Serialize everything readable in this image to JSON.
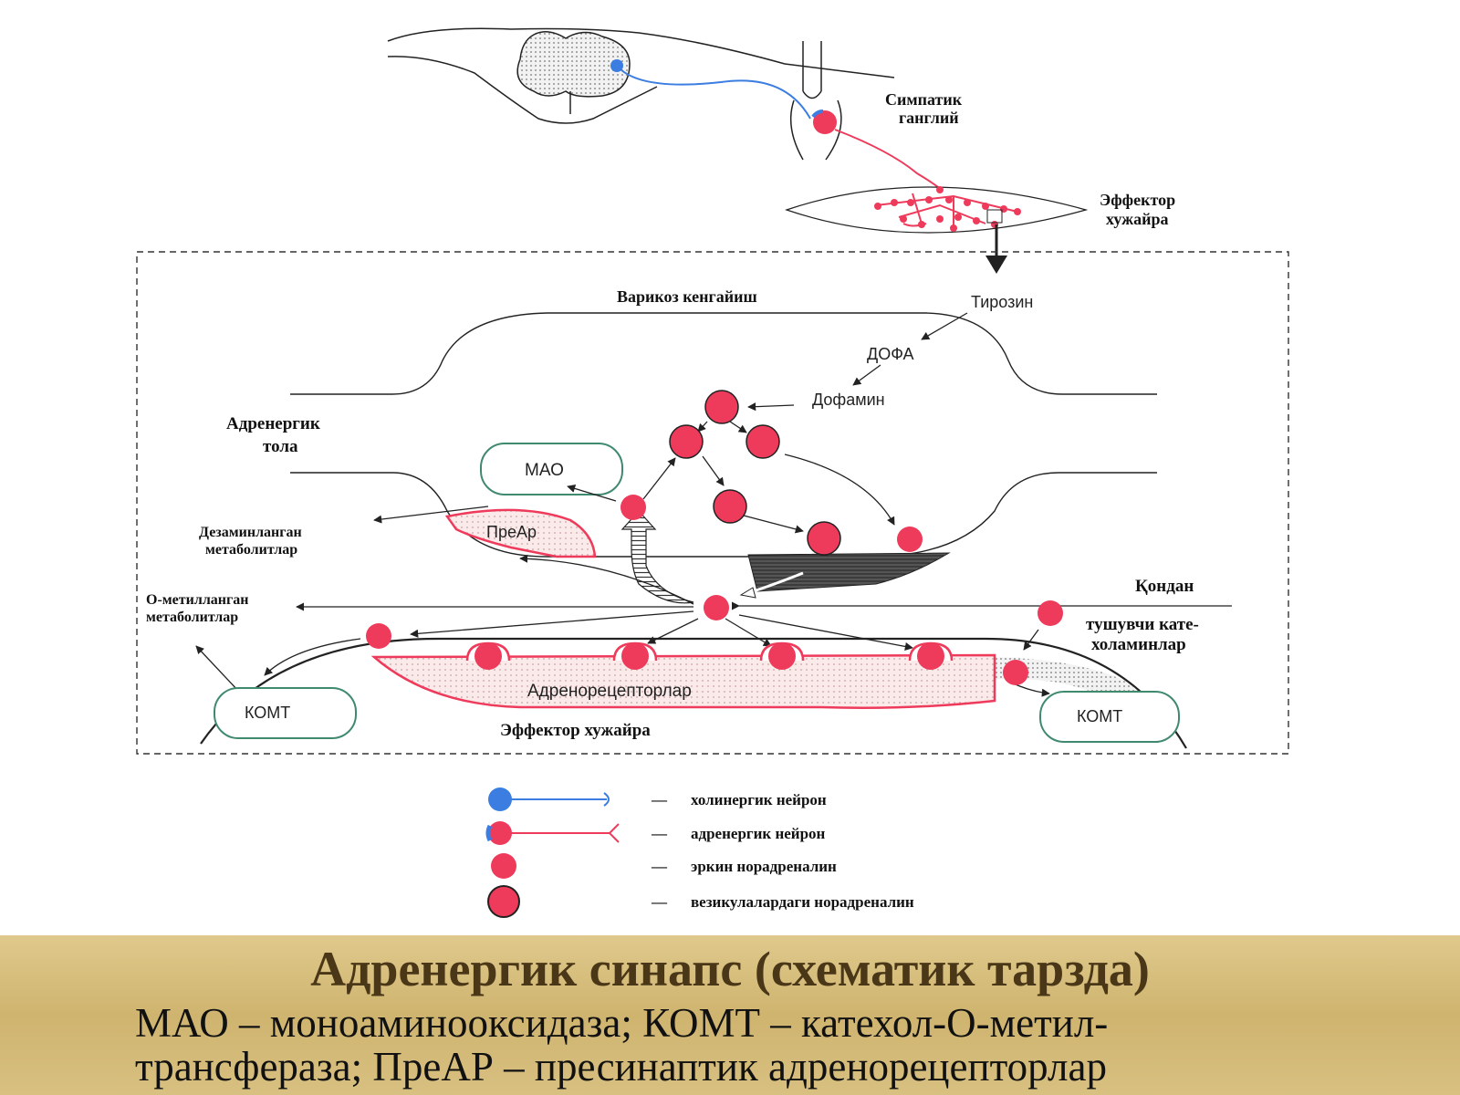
{
  "labels": {
    "ganglion": [
      "Симпатик",
      "ганглий"
    ],
    "effector_cell_top": [
      "Эффектор",
      "хужайра"
    ],
    "varicosity": "Варикоз кенгайиш",
    "tyrosine": "Тирозин",
    "dopa": "ДОФА",
    "dopamine": "Дофамин",
    "adrenergic_fiber": [
      "Адренергик",
      "тола"
    ],
    "mao": "МАО",
    "prear": "ПреАр",
    "deaminated": [
      "Дезаминланган",
      "метаболитлар"
    ],
    "methylated": [
      "О-метилланган",
      "метаболитлар"
    ],
    "blood": "Қондан",
    "incoming": [
      "тушувчи кате-",
      "холаминлар"
    ],
    "receptors": "Адренорецепторлар",
    "effector_cell_bottom": "Эффектор хужайра",
    "comt_left": "КОМТ",
    "comt_right": "КОМТ"
  },
  "legend": [
    {
      "symbol": "cholinergic",
      "dash": "—",
      "text": "холинергик нейрон"
    },
    {
      "symbol": "adrenergic",
      "dash": "—",
      "text": "адренергик нейрон"
    },
    {
      "symbol": "free",
      "dash": "—",
      "text": "эркин норадреналин"
    },
    {
      "symbol": "vesicular",
      "dash": "—",
      "text": "везикулалардаги норадреналин"
    }
  ],
  "caption": {
    "title": "Адренергик синапс (схематик тарзда)",
    "line1": "МАО – моноаминооксидаза; КОМТ – катехол-О-метил-",
    "line2": "трансфераза; ПреАР – пресинаптик адренорецепторлар"
  },
  "colors": {
    "noradrenaline": "#ee3b5b",
    "cholinergic": "#3b7de0",
    "enzyme_outline": "#3f8a6e",
    "caption_bg": "#d6bd7c",
    "caption_title": "#4a3718"
  }
}
